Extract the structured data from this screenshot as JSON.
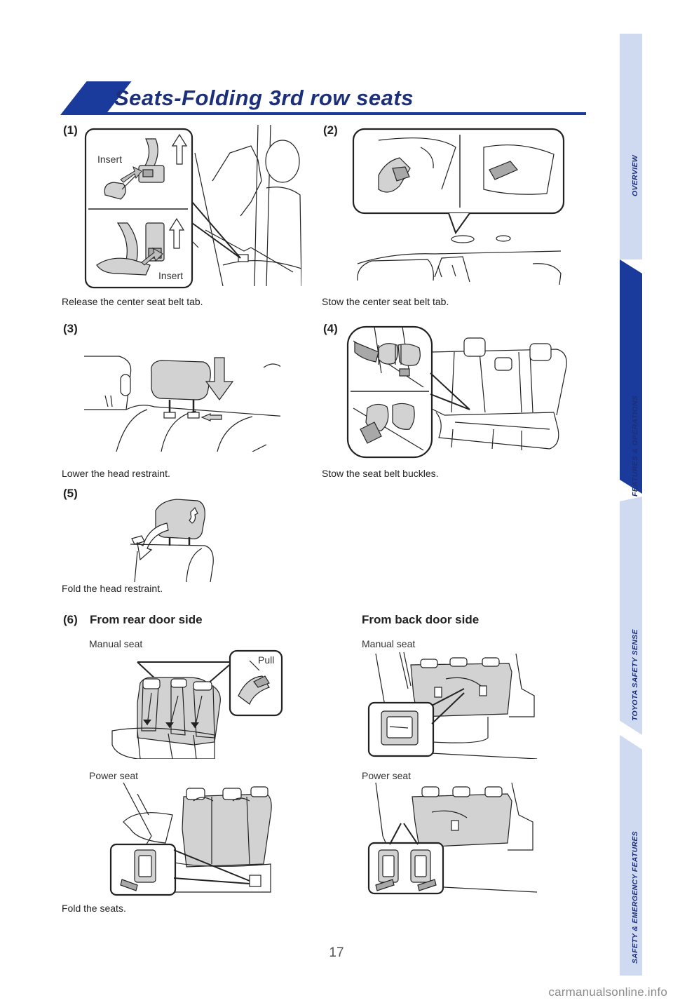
{
  "header": {
    "title": "Seats-Folding 3rd row seats"
  },
  "steps": {
    "s1": {
      "label": "(1)",
      "caption": "Release the center seat belt tab.",
      "insert_top": "Insert",
      "insert_bottom": "Insert"
    },
    "s2": {
      "label": "(2)",
      "caption": "Stow the center seat belt tab."
    },
    "s3": {
      "label": "(3)",
      "caption": "Lower the head restraint."
    },
    "s4": {
      "label": "(4)",
      "caption": "Stow the seat belt buckles."
    },
    "s5": {
      "label": "(5)",
      "caption": "Fold the head restraint."
    },
    "s6": {
      "label": "(6)",
      "rear_title": "From rear door side",
      "back_title": "From back door side",
      "rear_manual": "Manual seat",
      "rear_power": "Power seat",
      "back_manual": "Manual seat",
      "back_power": "Power seat",
      "pull": "Pull",
      "caption": "Fold the seats."
    }
  },
  "sidebar": {
    "tabs": [
      {
        "label": "OVERVIEW",
        "active": false
      },
      {
        "label": "FEATURES & OPERATIONS",
        "active": true
      },
      {
        "label": "TOYOTA SAFETY SENSE",
        "active": false
      },
      {
        "label": "SAFETY & EMERGENCY FEATURES",
        "active": false
      }
    ],
    "colors": {
      "active": "#1a3a9c",
      "inactive": "#cfdaf0"
    }
  },
  "page_number": "17",
  "watermark": "carmanualsonline.info"
}
